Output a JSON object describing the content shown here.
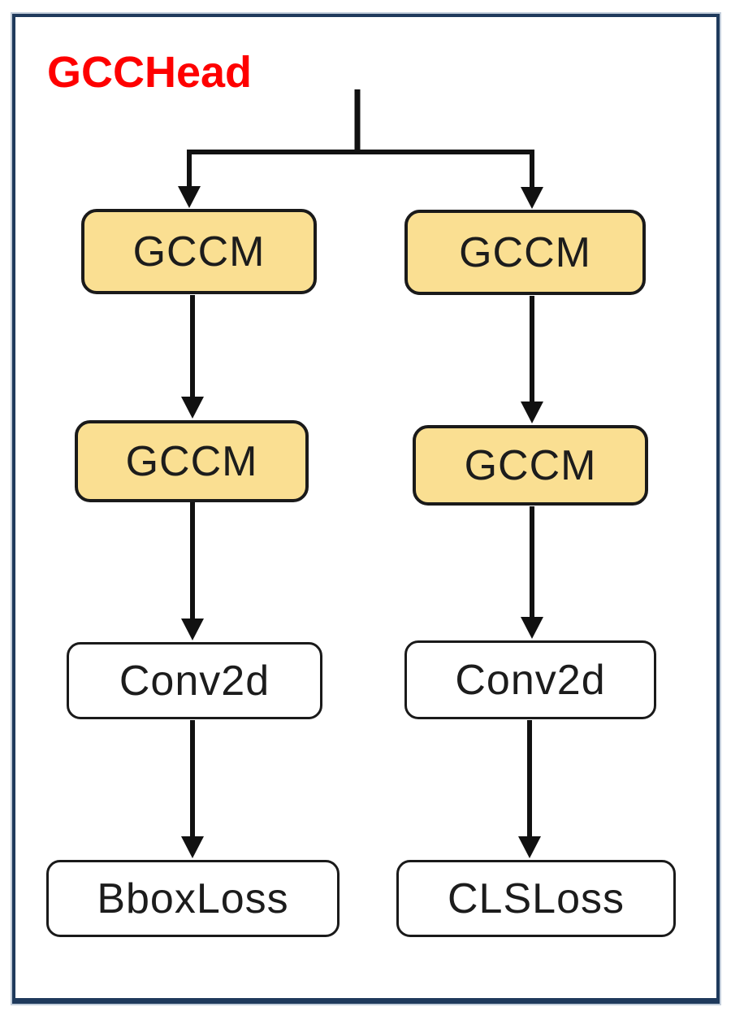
{
  "diagram": {
    "title": "GCCHead",
    "colors": {
      "title": "#fe0000",
      "module_fill": "#fadf92",
      "module_border": "#1a1a1a",
      "plain_fill": "#ffffff",
      "frame_border": "#1f3a5c",
      "arrow": "#111111"
    },
    "branches": [
      {
        "name": "bbox-branch",
        "nodes": [
          {
            "label": "GCCM",
            "type": "module"
          },
          {
            "label": "GCCM",
            "type": "module"
          },
          {
            "label": "Conv2d",
            "type": "plain"
          },
          {
            "label": "BboxLoss",
            "type": "plain"
          }
        ]
      },
      {
        "name": "cls-branch",
        "nodes": [
          {
            "label": "GCCM",
            "type": "module"
          },
          {
            "label": "GCCM",
            "type": "module"
          },
          {
            "label": "Conv2d",
            "type": "plain"
          },
          {
            "label": "CLSLoss",
            "type": "plain"
          }
        ]
      }
    ]
  }
}
